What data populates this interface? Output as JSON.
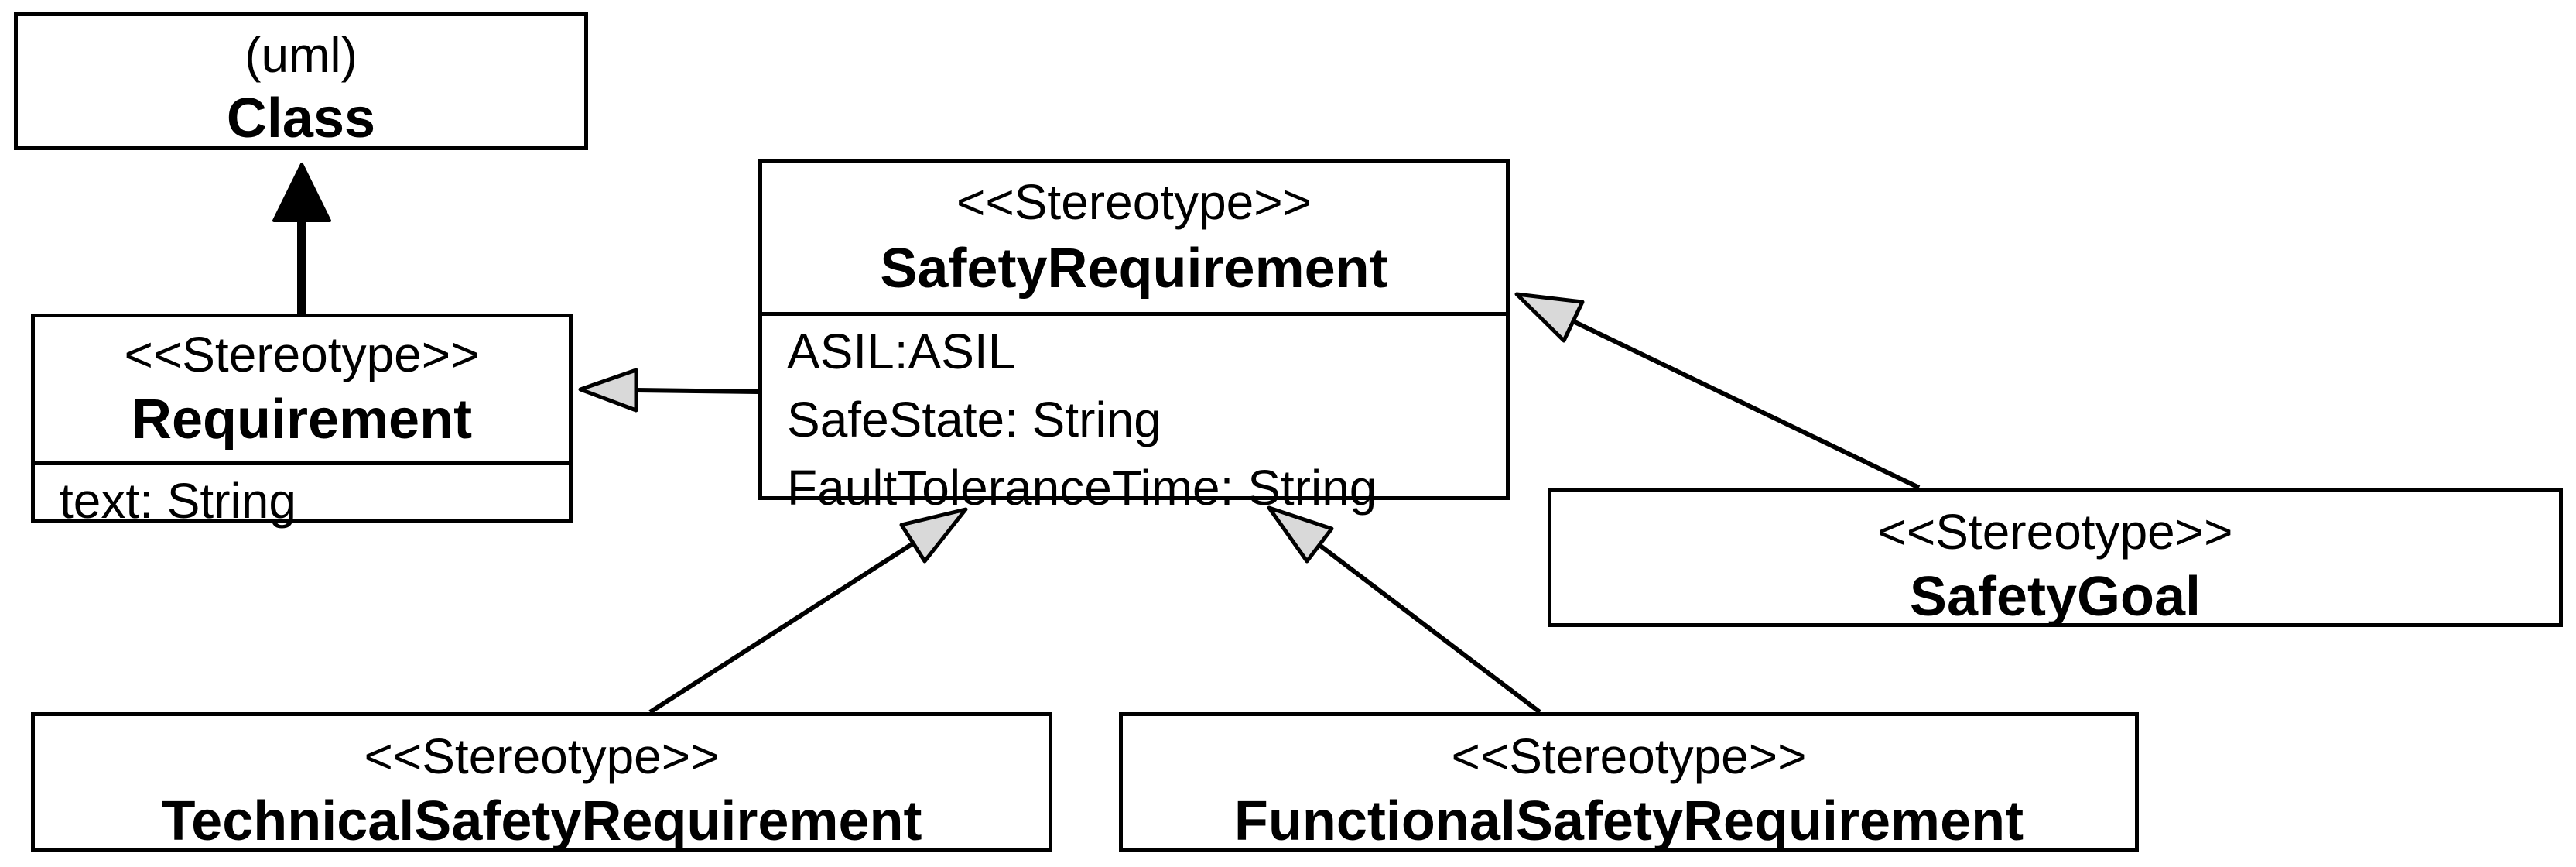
{
  "classes": {
    "uml_class": {
      "keyword": "(uml)",
      "name": "Class"
    },
    "requirement": {
      "keyword": "<<Stereotype>>",
      "name": "Requirement",
      "attributes": [
        "text: String"
      ]
    },
    "safety_requirement": {
      "keyword": "<<Stereotype>>",
      "name": "SafetyRequirement",
      "attributes": [
        "ASIL:ASIL",
        "SafeState: String",
        "FaultToleranceTime: String"
      ]
    },
    "safety_goal": {
      "keyword": "<<Stereotype>>",
      "name": "SafetyGoal"
    },
    "technical_safety_requirement": {
      "keyword": "<<Stereotype>>",
      "name": "TechnicalSafetyRequirement"
    },
    "functional_safety_requirement": {
      "keyword": "<<Stereotype>>",
      "name": "FunctionalSafetyRequirement"
    }
  },
  "edges": [
    {
      "from": "requirement",
      "to": "uml_class",
      "kind": "extension"
    },
    {
      "from": "safety_requirement",
      "to": "requirement",
      "kind": "generalization"
    },
    {
      "from": "safety_goal",
      "to": "safety_requirement",
      "kind": "generalization"
    },
    {
      "from": "technical_safety_requirement",
      "to": "safety_requirement",
      "kind": "generalization"
    },
    {
      "from": "functional_safety_requirement",
      "to": "safety_requirement",
      "kind": "generalization"
    }
  ]
}
